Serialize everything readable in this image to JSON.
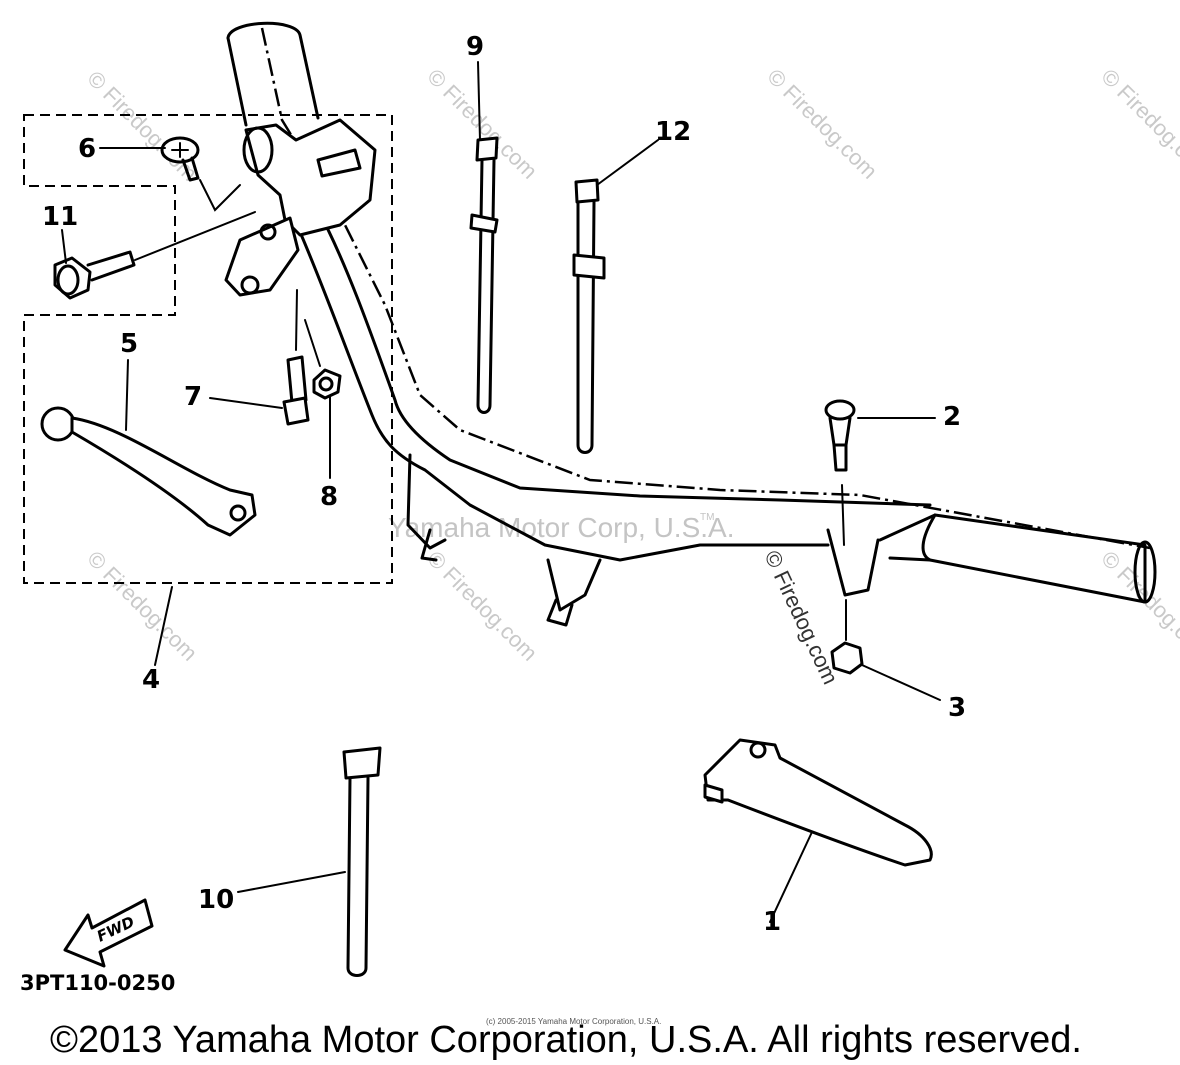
{
  "diagram": {
    "callouts": [
      {
        "id": "1",
        "label": "1"
      },
      {
        "id": "2",
        "label": "2"
      },
      {
        "id": "3",
        "label": "3"
      },
      {
        "id": "4",
        "label": "4"
      },
      {
        "id": "5",
        "label": "5"
      },
      {
        "id": "6",
        "label": "6"
      },
      {
        "id": "7",
        "label": "7"
      },
      {
        "id": "8",
        "label": "8"
      },
      {
        "id": "9",
        "label": "9"
      },
      {
        "id": "10",
        "label": "10"
      },
      {
        "id": "11",
        "label": "11"
      },
      {
        "id": "12",
        "label": "12"
      }
    ],
    "fwd_label": "FWD",
    "part_code": "3PT110-0250",
    "center_watermark": "Yamaha Motor Corp, U.S.A.",
    "tm_mark": "TM",
    "watermark": "© Firedog.com",
    "watermark_side": "© Firedog.com",
    "small_copyright": "(c) 2005-2015 Yamaha Motor Corporation, U.S.A.",
    "copyright": "©2013 Yamaha Motor Corporation, U.S.A. All rights reserved."
  }
}
